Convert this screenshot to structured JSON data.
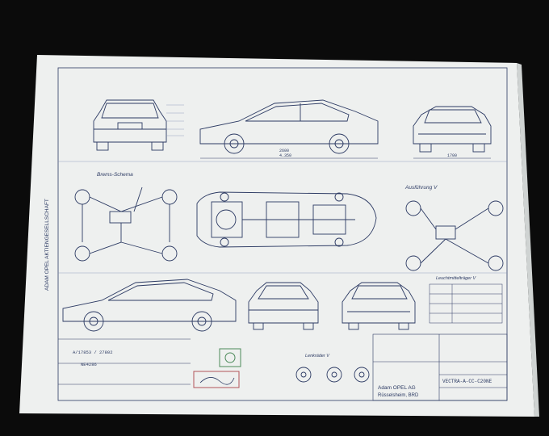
{
  "blueprint": {
    "side_title": "ADAM OPEL AKTIENGESELLSCHAFT",
    "section_brake": "Brems-Schema",
    "section_variant": "Ausführung V",
    "company_name": "Adam OPEL AG",
    "company_city": "Rüsselsheim, BRD",
    "drawing_code": "VECTRA-A-CC-C20NE",
    "doc_number": "A/17853 / 27802",
    "ref_number": "NE4286",
    "dimension_main": "4.350",
    "dimension_width": "1700",
    "dimension_wheelbase": "2600",
    "label_lenkraeder": "Lenkräder V",
    "label_leuchtmittel": "Leuchtmittelträger V"
  },
  "colors": {
    "background": "#0b0b0b",
    "paper": "#eef0ef",
    "ink": "#2c3a63"
  }
}
